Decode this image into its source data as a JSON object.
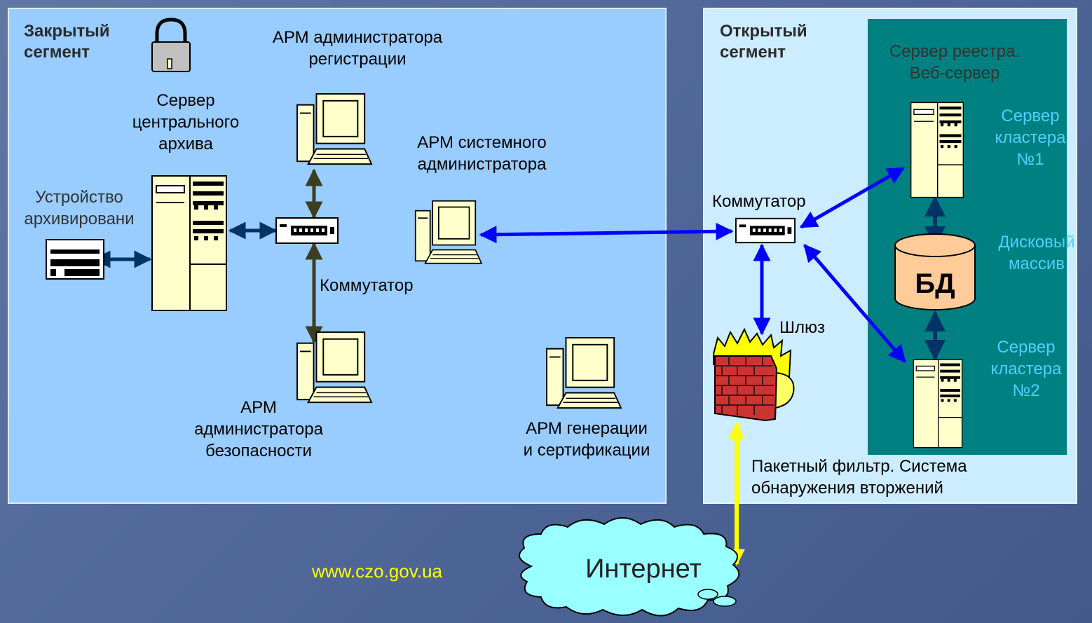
{
  "segments": {
    "closed": "Закрытый\nсегмент",
    "open": "Открытый\nсегмент"
  },
  "labels": {
    "arm_registration": "АРМ администратора\nрегистрации",
    "central_archive": "Сервер\nцентрального\nархива",
    "archive_device": "Устройство\nархивировани",
    "arm_sysadmin": "АРМ системного\nадминистратора",
    "switch_closed": "Коммутатор",
    "arm_security": "АРМ\nадминистратора\nбезопасности",
    "arm_generation": "АРМ генерации\nи сертификации",
    "switch_open": "Коммутатор",
    "gateway": "Шлюз",
    "registry_server": "Сервер реестра.\nВеб-сервер",
    "cluster1": "Сервер\nкластера\n№1",
    "cluster2": "Сервер\nкластера\n№2",
    "disk_array": "Дисковый\nмассив",
    "db": "БД",
    "packet_filter": "Пакетный фильтр. Система\nобнаружения вторжений",
    "internet": "Интернет",
    "url": "www.czo.gov.ua"
  },
  "colors": {
    "closed_segment": "#99ccff",
    "open_segment": "#ccecff",
    "cluster": "#008080",
    "link_blue": "#0000ff",
    "link_dark": "#003366",
    "link_olive": "#3d3d1f",
    "internet_link": "#ffff00",
    "cloud": "#99ffff",
    "db": "#ffcc99"
  },
  "icons": [
    "lock-icon",
    "server-icon",
    "workstation-icon",
    "switch-icon",
    "tape-drive-icon",
    "firewall-icon",
    "database-icon",
    "cloud-icon"
  ]
}
